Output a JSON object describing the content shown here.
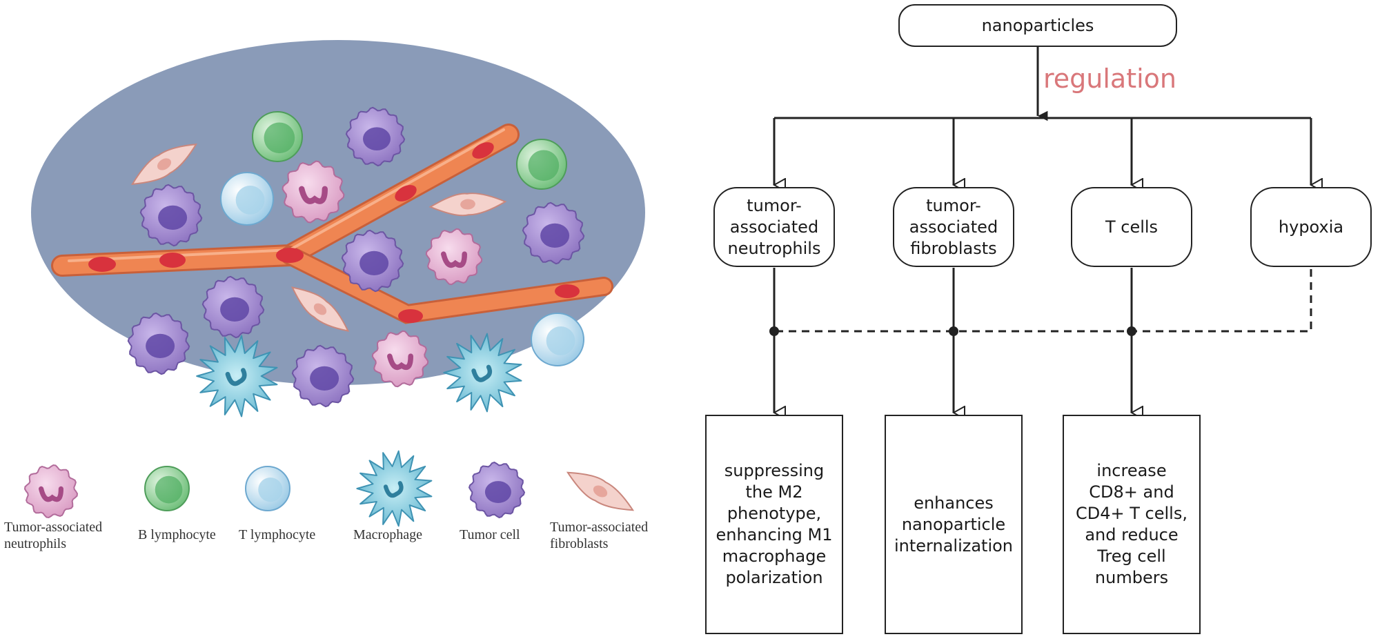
{
  "diagram": {
    "root": "nanoparticles",
    "edge_label": "regulation",
    "targets": [
      "tumor-\nassociated\nneutrophils",
      "tumor-\nassociated\nfibroblasts",
      "T cells",
      "hypoxia"
    ],
    "effects": [
      "suppressing\nthe M2\nphenotype,\nenhancing M1\nmacrophage\npolarization",
      "enhances\nnanoparticle\ninternalization",
      "increase\nCD8+ and\nCD4+ T cells,\nand reduce\nTreg cell\nnumbers"
    ]
  },
  "legend": [
    {
      "label": "Tumor-associated\nneutrophils",
      "cell": "neutrophil"
    },
    {
      "label": "B lymphocyte",
      "cell": "b-lymphocyte"
    },
    {
      "label": "T lymphocyte",
      "cell": "t-lymphocyte"
    },
    {
      "label": "Macrophage",
      "cell": "macrophage"
    },
    {
      "label": "Tumor cell",
      "cell": "tumor-cell"
    },
    {
      "label": "Tumor-associated\nfibroblasts",
      "cell": "fibroblast"
    }
  ],
  "colors": {
    "tme_background": "#8a9bb8",
    "vessel": "#ee8150",
    "red_blood_cell": "#d8323d",
    "tumor_cell": "#9a82c8",
    "neutrophil": "#e6b5d2",
    "b_lymphocyte": "#8fcf96",
    "t_lymphocyte": "#bfe0f2",
    "macrophage": "#7ec8dc",
    "fibroblast": "#f2c7c0",
    "regulation_label": "#d9777a"
  }
}
